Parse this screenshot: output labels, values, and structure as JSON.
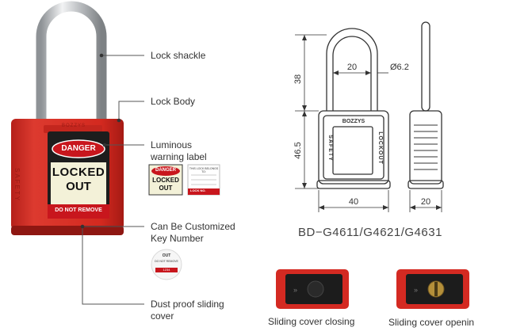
{
  "callouts": {
    "shackle": "Lock shackle",
    "body": "Lock Body",
    "label_line1": "Luminous",
    "label_line2": "warning label",
    "key_line1": "Can Be Customized",
    "key_line2": "Key Number",
    "cover_line1": "Dust proof sliding",
    "cover_line2": "cover"
  },
  "lock_face": {
    "danger": "DANGER",
    "locked": "LOCKED",
    "out": "OUT",
    "do_not_remove": "DO NOT REMOVE",
    "side_text": "SAFETY",
    "brand": "BOZZYS"
  },
  "mini_tags": {
    "danger": "DANGER",
    "locked": "LOCKED",
    "out": "OUT",
    "tag_header": "THIS LOCK BELONGS TO:",
    "tag_lock_no": "LOCK NO.",
    "key_out": "OUT",
    "key_do_not_remove": "DO NOT REMOVE",
    "key_number": "1234"
  },
  "drawing": {
    "dim_shackle_height": "38",
    "dim_shackle_width": "20",
    "dim_shackle_dia": "Ø6.2",
    "dim_body_height": "46.5",
    "dim_body_width": "40",
    "dim_side_width": "20",
    "front_brand": "BOZZYS",
    "front_left": "SAFETY",
    "front_right": "LOCKOUT"
  },
  "model": "BD−G4611/G4621/G4631",
  "captions": {
    "closing": "Sliding cover closing",
    "opening": "Sliding cover openin"
  },
  "colors": {
    "lock_red": "#d42a22",
    "danger_red": "#c8161d",
    "shackle_steel": "#c9cccf",
    "label_glow": "#f3f1d8"
  }
}
